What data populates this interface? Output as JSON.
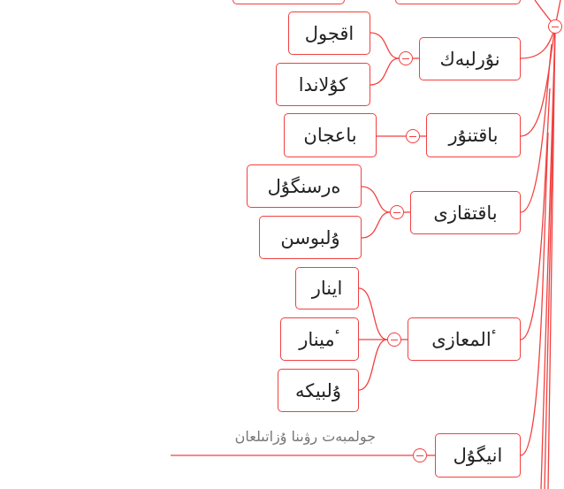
{
  "colors": {
    "accent": "#f24040",
    "text": "#222222",
    "note": "#777777"
  },
  "branches": [
    {
      "label": "نۇرلبەك",
      "children": [
        "اقجول",
        "كۇلاندا"
      ]
    },
    {
      "label": "باقتنۇر",
      "children": [
        "باعجان"
      ]
    },
    {
      "label": "باقتقازى",
      "children": [
        "ەرسنگۇل",
        "ۇلبوسن"
      ]
    },
    {
      "label": "ٴالمعازى",
      "children": [
        "اينار",
        "ٴمينار",
        "ۇلبيكه"
      ]
    },
    {
      "label": "انيگۇل",
      "note": "جولمبەت رۋىنا ۇزاتىلعان"
    }
  ]
}
